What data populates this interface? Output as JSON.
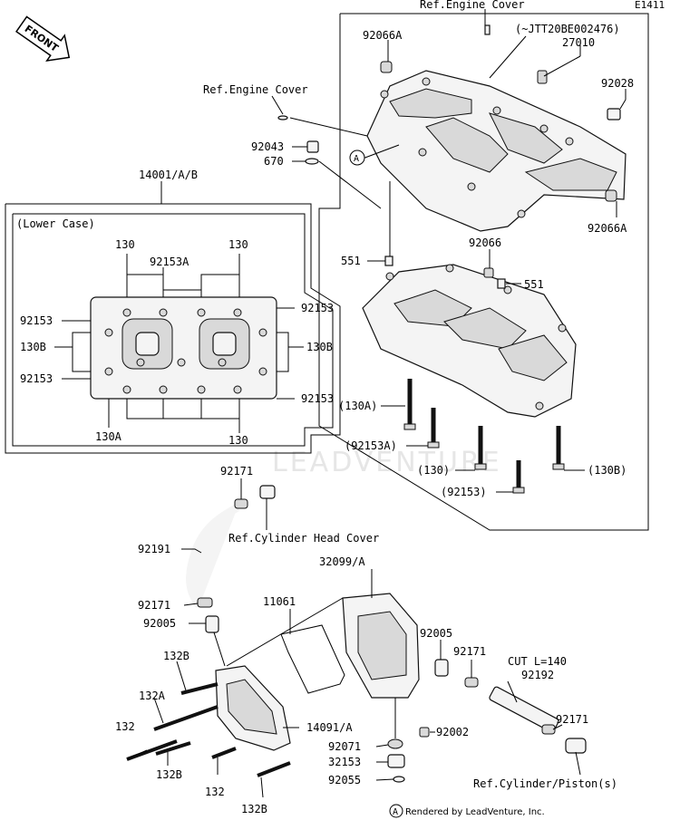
{
  "diagram_code": "E1411",
  "front_arrow_label": "FRONT",
  "labels": {
    "ref_engine_cover_top": "Ref.Engine Cover",
    "jtt_note": "(~JTT20BE002476)",
    "p27010": "27010",
    "p92066A_top": "92066A",
    "p92028": "92028",
    "ref_engine_cover_left": "Ref.Engine Cover",
    "p92043": "92043",
    "p670": "670",
    "p14001": "14001/A/B",
    "callout_a": "A",
    "p92066A_right": "92066A",
    "lower_case": "(Lower Case)",
    "p130_tl": "130",
    "p92153A_top": "92153A",
    "p130_tr": "130",
    "p92153_tr": "92153",
    "p92153_ml": "92153",
    "p130B_l": "130B",
    "p130B_r": "130B",
    "p92153_bl": "92153",
    "p92153_br": "92153",
    "p130A": "130A",
    "p130_b": "130",
    "p92066": "92066",
    "p551_l": "551",
    "p551_r": "551",
    "p130A_paren": "(130A)",
    "p92153A_paren": "(92153A)",
    "p130_paren": "(130)",
    "p130B_paren": "(130B)",
    "p92153_paren": "(92153)",
    "p92171_top": "92171",
    "ref_cyl_head_cover": "Ref.Cylinder Head Cover",
    "p92191": "92191",
    "p32099": "32099/A",
    "p11061": "11061",
    "p92171_mid": "92171",
    "p92005_l": "92005",
    "p92005_r": "92005",
    "p92171_r": "92171",
    "cut_note": "CUT L=140",
    "p92192": "92192",
    "p92171_far": "92171",
    "p132B_top": "132B",
    "p132A": "132A",
    "p14091": "14091/A",
    "p132_l": "132",
    "p92002": "92002",
    "p92071": "92071",
    "p32153": "32153",
    "p132B_b": "132B",
    "p132_b": "132",
    "p132B_bb": "132B",
    "p92055": "92055",
    "ref_cyl_piston": "Ref.Cylinder/Piston(s)",
    "callout_a_bottom": "A",
    "rendered_by": "Rendered by LeadVenture, Inc."
  },
  "watermark": "LEADVENTURE",
  "colors": {
    "line": "#000000",
    "part_fill": "#f4f4f4",
    "watermark": "#e6e6e6"
  }
}
